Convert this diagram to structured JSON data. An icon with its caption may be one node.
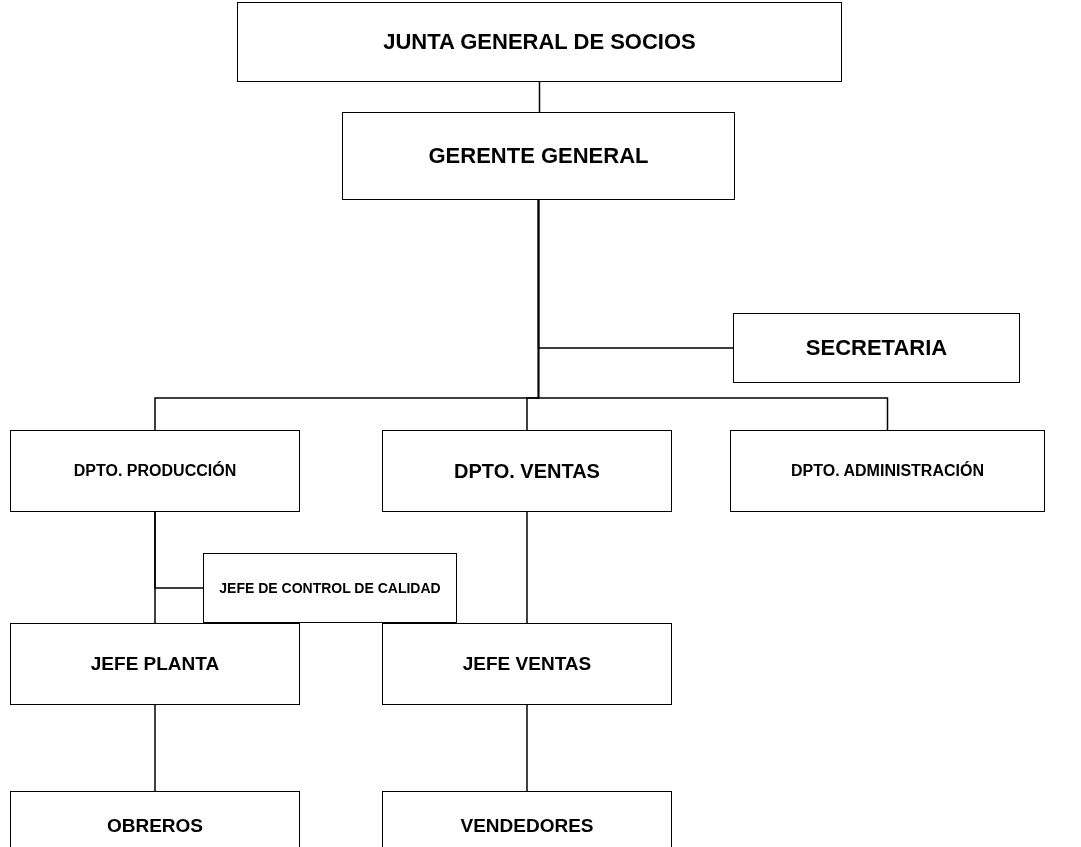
{
  "diagram": {
    "nodes": [
      {
        "text": [
          "JUNTA GENERAL DE SOCIOS"
        ]
      },
      {
        "text": [
          "GERENTE GENERAL"
        ]
      },
      {
        "text": [
          "SECRETARIA"
        ]
      },
      {
        "text": [
          "DPTO. PRODUCCIÓN"
        ]
      },
      {
        "text": [
          "DPTO. VENTAS"
        ]
      },
      {
        "text": [
          "DPTO. ADMINISTRACIÓN"
        ]
      },
      {
        "text": [
          "JEFE DE CONTROL DE CALIDAD"
        ]
      },
      {
        "text": [
          "JEFE PLANTA"
        ]
      },
      {
        "text": [
          "JEFE VENTAS"
        ]
      },
      {
        "text": [
          "OBREROS"
        ]
      },
      {
        "text": [
          "VENDEDORES"
        ]
      }
    ],
    "edges": [
      {
        "from": 0,
        "to": 1,
        "arrow": "none"
      },
      {
        "from": 1,
        "to": 2,
        "arrow": "none"
      },
      {
        "from": 1,
        "to": 3,
        "arrow": "none"
      },
      {
        "from": 1,
        "to": 4,
        "arrow": "none"
      },
      {
        "from": 1,
        "to": 5,
        "arrow": "none"
      },
      {
        "from": 3,
        "to": 6,
        "arrow": "none"
      },
      {
        "from": 3,
        "to": 7,
        "arrow": "none"
      },
      {
        "from": 4,
        "to": 8,
        "arrow": "none"
      },
      {
        "from": 7,
        "to": 9,
        "arrow": "none"
      },
      {
        "from": 8,
        "to": 10,
        "arrow": "none"
      }
    ]
  }
}
